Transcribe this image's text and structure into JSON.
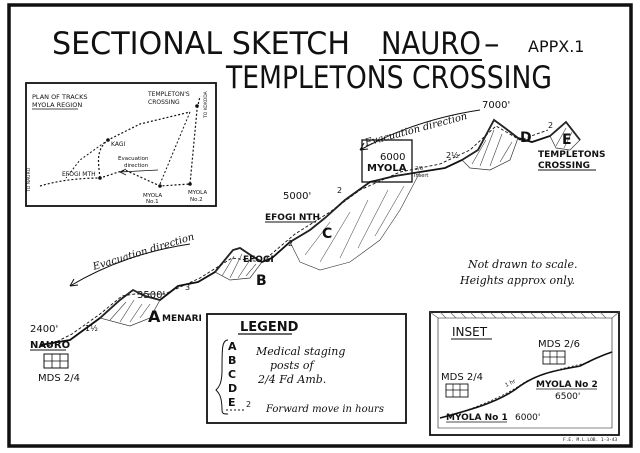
{
  "title": {
    "line1_left": "SECTIONAL SKETCH",
    "line1_underlined": "NAURO",
    "line1_dash": "–",
    "line2": "TEMPLETONS CROSSING",
    "appendix": "APPX.1"
  },
  "plan": {
    "title_line1": "PLAN OF TRACKS",
    "title_line2": "MYOLA REGION",
    "label_templetons_line1": "TEMPLETON'S",
    "label_templetons_line2": "CROSSING",
    "label_kagi": "KAGI",
    "label_efogi": "EFOGI MTH",
    "label_evac_line1": "Evacuation",
    "label_evac_line2": "direction",
    "label_myola1_line1": "MYOLA",
    "label_myola1_line2": "No.1",
    "label_myola2_line1": "MYOLA",
    "label_myola2_line2": "No.2",
    "label_to_nauro": "TO NAURO",
    "label_to_kokoda": "TO KOKODA"
  },
  "profile": {
    "places": {
      "nauro": "NAURO",
      "menari": "MENARI",
      "efogi": "EFOGI",
      "efogi_nth": "EFOGI NTH",
      "myola": "MYOLA",
      "templetons_line1": "TEMPLETONS",
      "templetons_line2": "CROSSING"
    },
    "heights": {
      "nauro": "2400'",
      "menari": "3500'",
      "efogi_nth": "5000'",
      "myola": "6000",
      "peak": "7000'"
    },
    "posts": {
      "A": "A",
      "B": "B",
      "C": "C",
      "D": "D",
      "E": "E"
    },
    "hours": {
      "h1": "1½",
      "h2": "3",
      "h3": "2",
      "h4": "2",
      "h5": "2½",
      "h6": "2"
    },
    "evac_lower": "Evacuation direction",
    "evac_upper": "Evacuation direction",
    "mds_left": "MDS 2/4",
    "box_note_line1": "2/6",
    "box_note_line2": "Insert"
  },
  "note": {
    "line1": "Not drawn to scale.",
    "line2": "Heights approx only."
  },
  "legend": {
    "title": "LEGEND",
    "letters": [
      "A",
      "B",
      "C",
      "D",
      "E"
    ],
    "line1": "Medical staging",
    "line2": "posts of",
    "line3": "2/4 Fd Amb.",
    "arrow_number": "2",
    "forward_text": "Forward move in hours"
  },
  "inset": {
    "title": "INSET",
    "mds_24": "MDS 2/4",
    "mds_26": "MDS 2/6",
    "myola2": "MYOLA No 2",
    "h6500": "6500'",
    "myola1": "MYOLA No 1",
    "h6000": "6000'",
    "track_label": "1 hr"
  },
  "credit": "F.E. M.L.LOB. 1-3-43"
}
